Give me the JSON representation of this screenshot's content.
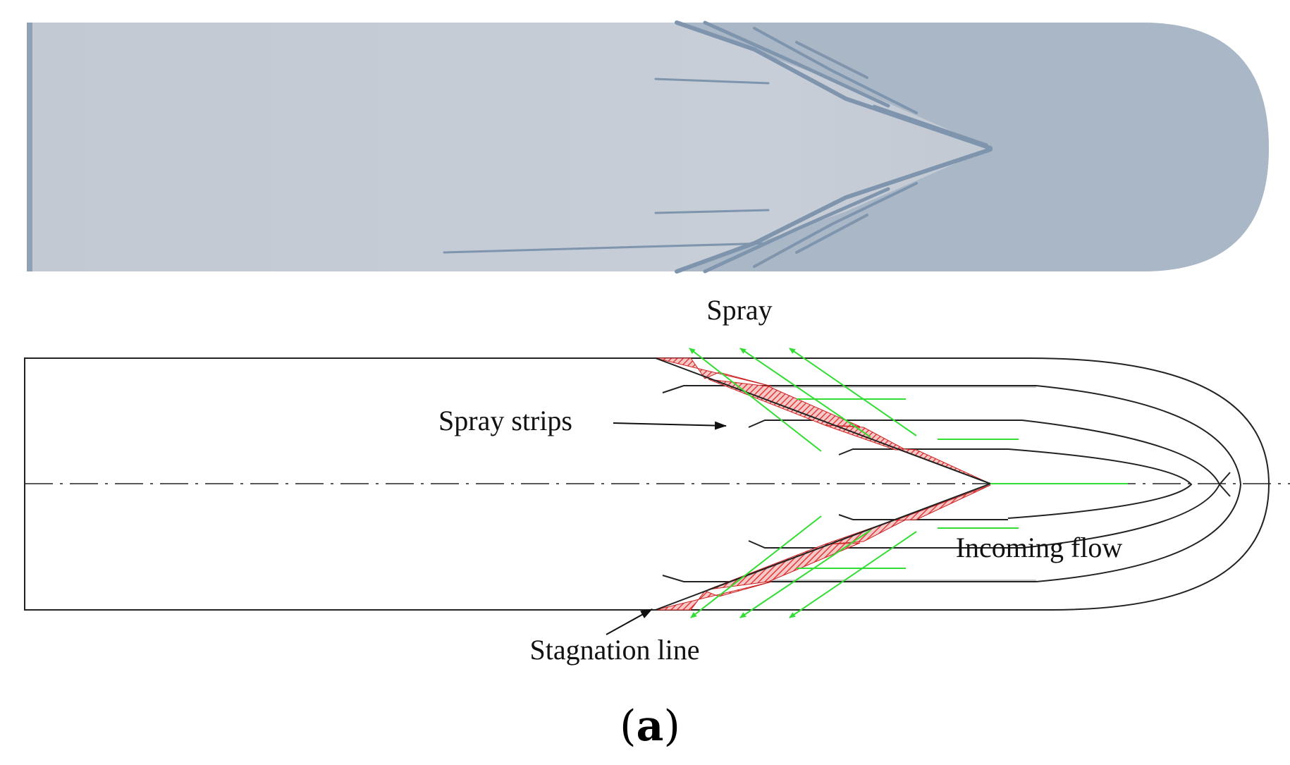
{
  "labels": {
    "spray": "Spray",
    "spray_strips": "Spray strips",
    "incoming_flow": "Incoming flow",
    "stagnation_line": "Stagnation line",
    "panel_open": "(",
    "panel_letter": "a",
    "panel_close": ")"
  },
  "colors": {
    "hull_fill": "#c9ced7",
    "wetted_fill": "#a8b6c6",
    "spray_streak": "#7f95ad",
    "outline": "#222222",
    "flow_arrow": "#33dd33",
    "spray_patch": "#e23a3a"
  }
}
